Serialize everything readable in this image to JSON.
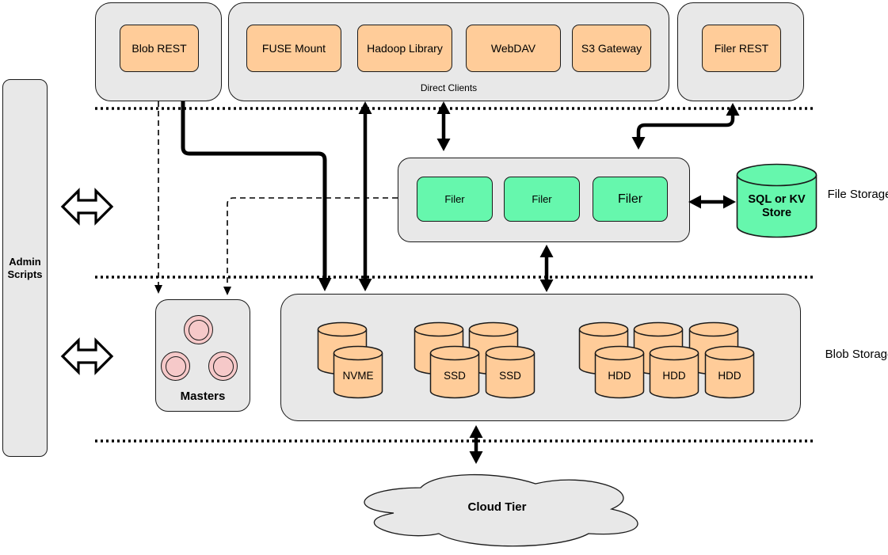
{
  "colors": {
    "container_gray": "#e8e8e8",
    "client_orange": "#ffcc99",
    "filer_green": "#66f7ad",
    "master_pink": "#f6c9c9",
    "line_black": "#000000"
  },
  "admin_panel": {
    "label": "Admin Scripts"
  },
  "clients": {
    "blob_rest_label": "Blob REST",
    "direct_clients_caption": "Direct Clients",
    "direct_client_items": [
      "FUSE Mount",
      "Hadoop Library",
      "WebDAV",
      "S3 Gateway"
    ],
    "filer_rest_label": "Filer REST"
  },
  "file_storage": {
    "section_label": "File Storage",
    "filer_labels": [
      "Filer",
      "Filer",
      "Filer"
    ],
    "metadata_store_label": "SQL or KV Store"
  },
  "blob_storage": {
    "section_label": "Blob Storage",
    "masters_label": "Masters",
    "volume_labels": {
      "nvme": [
        "NVME"
      ],
      "ssd": [
        "SSD",
        "SSD"
      ],
      "hdd": [
        "HDD",
        "HDD",
        "HDD"
      ]
    }
  },
  "cloud_tier": {
    "label": "Cloud Tier"
  }
}
